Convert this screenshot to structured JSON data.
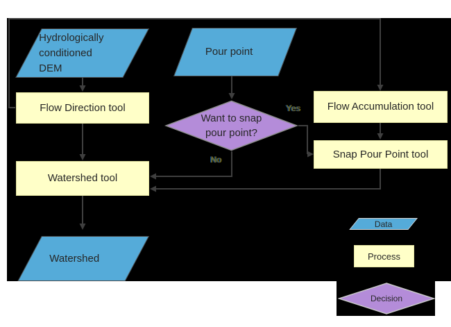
{
  "palette": {
    "page_bg": "#ffffff",
    "canvas_bg": "#000000",
    "data_fill": "#55abd9",
    "process_fill": "#ffffc8",
    "decision_fill": "#b48cd9",
    "connector": "#3f3f3f",
    "node_text": "#262626"
  },
  "nodes": {
    "dem": {
      "label": "Hydrologically conditioned DEM",
      "lines": [
        "Hydrologically",
        "conditioned",
        "DEM"
      ],
      "shape": "data"
    },
    "pour_point": {
      "label": "Pour point",
      "shape": "data"
    },
    "flow_direction": {
      "label": "Flow Direction tool",
      "shape": "process"
    },
    "flow_accumulation": {
      "label": "Flow Accumulation tool",
      "shape": "process"
    },
    "snap_pour_point": {
      "label": "Snap Pour Point tool",
      "shape": "process"
    },
    "decision": {
      "label": "Want to snap pour point?",
      "lines": [
        "Want to snap",
        "pour point?"
      ],
      "shape": "decision"
    },
    "watershed_tool": {
      "label": "Watershed tool",
      "shape": "process"
    },
    "watershed": {
      "label": "Watershed",
      "shape": "data"
    }
  },
  "edge_labels": {
    "yes": "Yes",
    "no": "No"
  },
  "legend": {
    "data": "Data",
    "process": "Process",
    "decision": "Decision"
  }
}
